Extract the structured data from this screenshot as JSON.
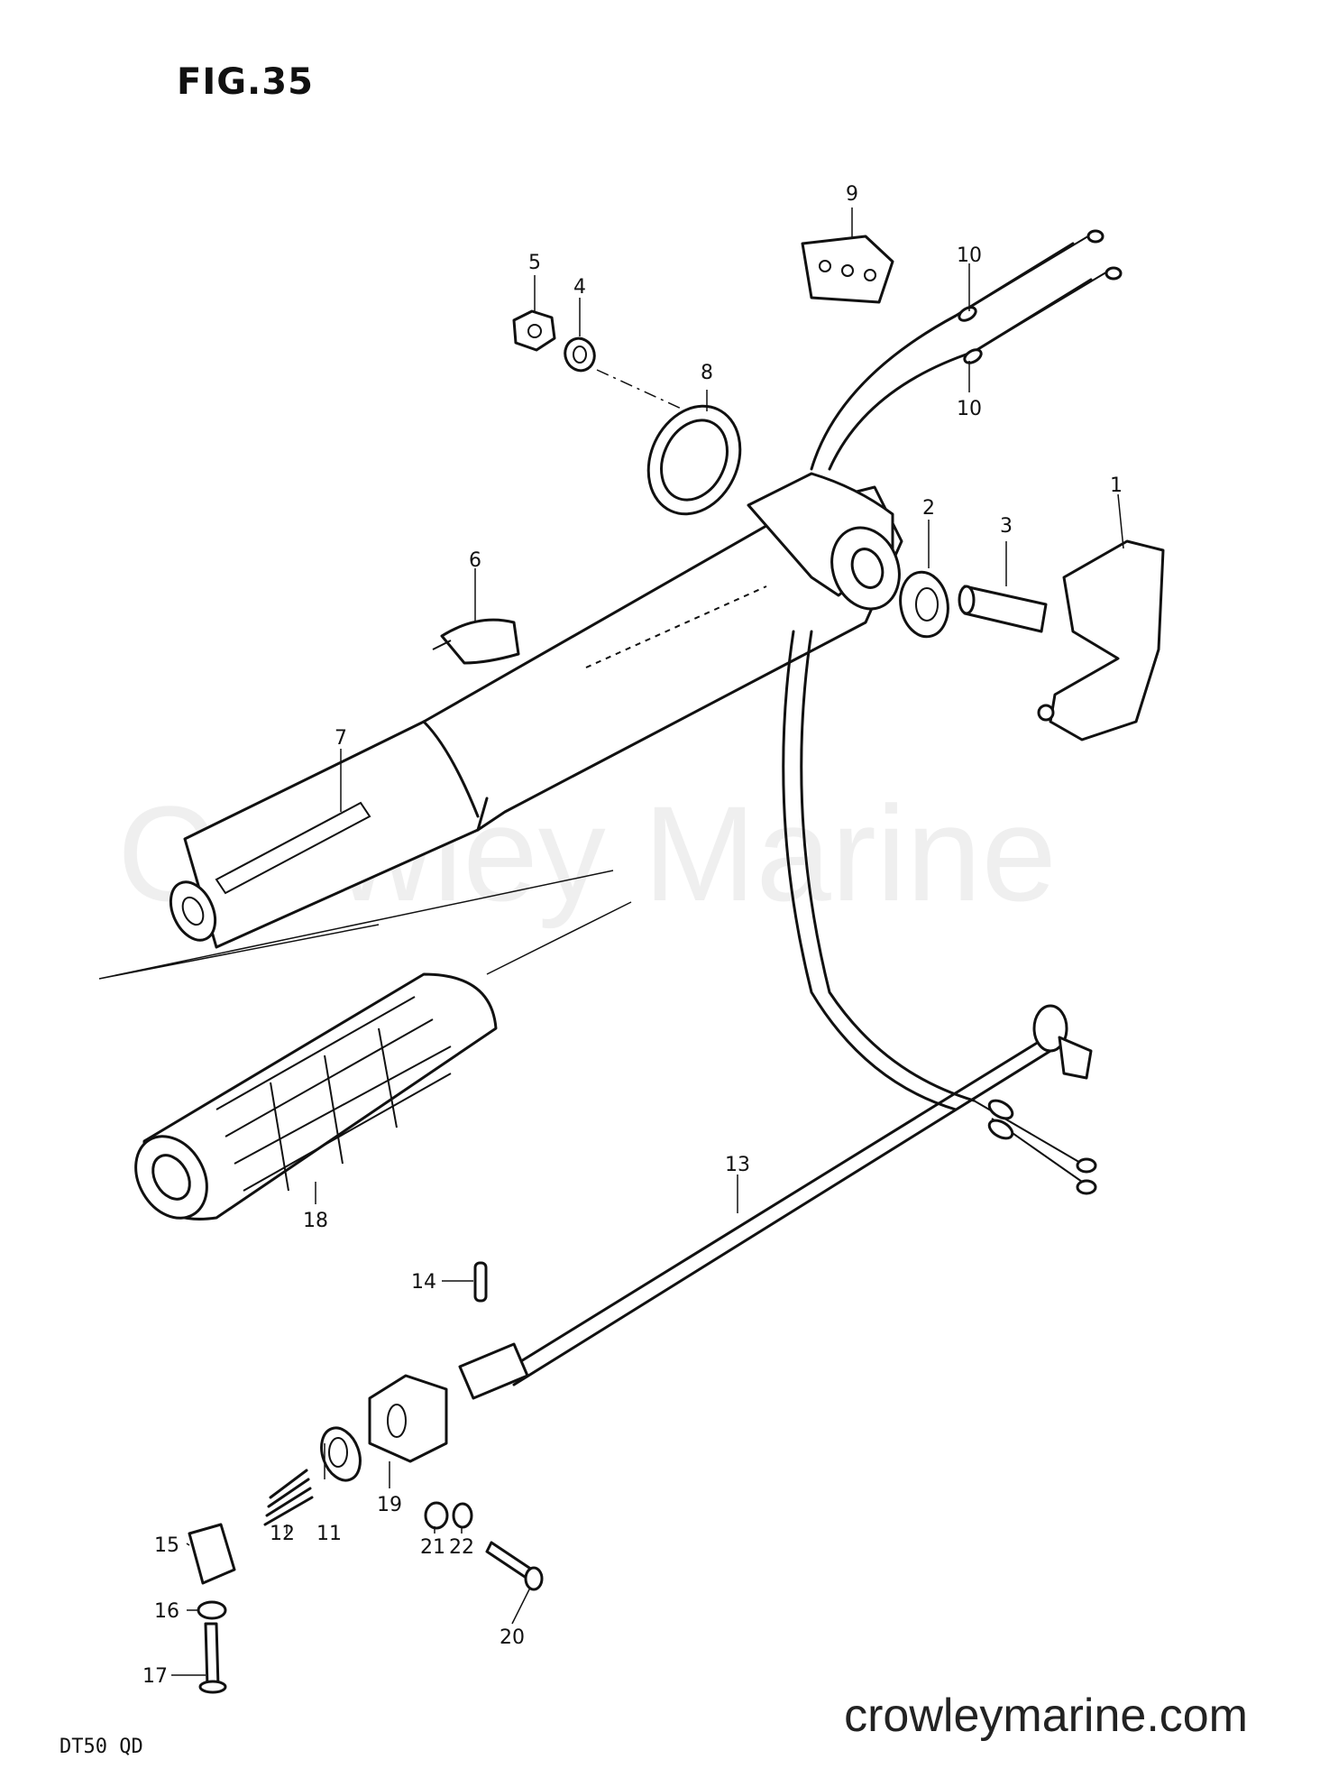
{
  "figure_title": "FIG.35",
  "model_code": "DT50 QD",
  "website": "crowleymarine.com",
  "watermark": "Crowley Marine",
  "part_labels": [
    "1",
    "2",
    "3",
    "4",
    "5",
    "6",
    "7",
    "8",
    "9",
    "10",
    "10",
    "11",
    "12",
    "13",
    "14",
    "15",
    "16",
    "17",
    "18",
    "19",
    "20",
    "21",
    "22"
  ]
}
